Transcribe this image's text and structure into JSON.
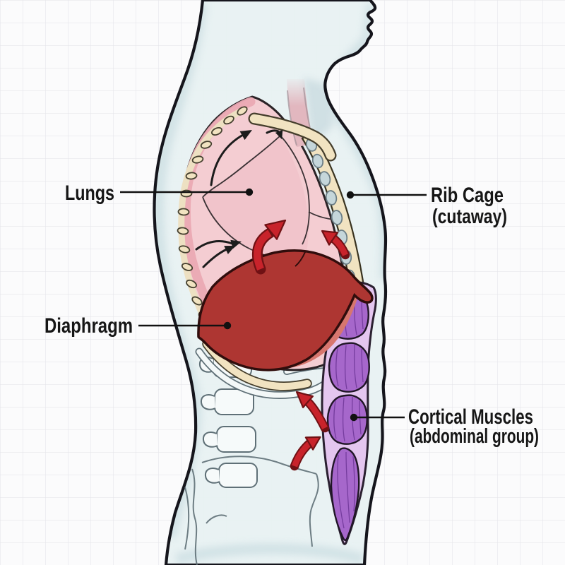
{
  "figure": {
    "type": "anatomical-diagram",
    "subject": "Breathing mechanics, side (lateral) view of human torso",
    "labels": {
      "lungs": {
        "text": "Lungs"
      },
      "rib_cage": {
        "line1": "Rib Cage",
        "line2": "(cutaway)"
      },
      "diaphragm": {
        "text": "Diaphragm"
      },
      "cortical_muscles": {
        "line1": "Cortical Muscles",
        "line2": "(abdominal group)"
      }
    },
    "colors": {
      "background": "#fbfbfc",
      "grid_line": "#e6e6ea",
      "body_fill": "#e7f1f2",
      "body_shade": "#c7dbe0",
      "outline": "#15151c",
      "lung_pink": "#f4cdd2",
      "lung_rim_pink": "#eaa9b3",
      "lung_inner_pink": "#f0c1c8",
      "trachea_pink": "#e2b7bf",
      "diaphragm_red": "#ae3632",
      "diaphragm_rim": "#d7766e",
      "diaphragm_striation": "#7e211e",
      "muscle_purple": "#a667cb",
      "muscle_band_lavender": "#e4c6ef",
      "bone_cream": "#f1e3c1",
      "cartilage_blue": "#c5d6da",
      "skeleton_line": "#5f7077",
      "arrow_red": "#c8232b",
      "arrow_black": "#1c1c1c",
      "label_text": "#161616"
    }
  }
}
